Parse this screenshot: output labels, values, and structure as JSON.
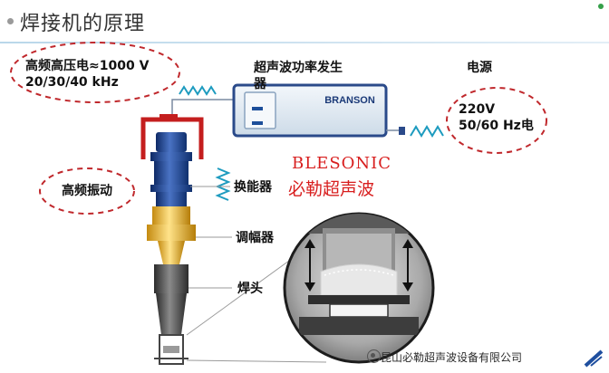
{
  "title": "焊接机的原理",
  "labels": {
    "high_voltage_line1": "高频高压电≈1000 V",
    "high_voltage_line2": "20/30/40 kHz",
    "generator_line1": "超声波功率发生",
    "generator_line2": "器",
    "power_title": "电源",
    "power_line1": "220V",
    "power_line2": "50/60 Hz电",
    "hf_vibration": "高频振动",
    "transducer": "换能器",
    "booster": "调幅器",
    "horn": "焊头"
  },
  "generator_brand": "BRANSON",
  "watermark": {
    "line1": "BLESONIC",
    "line2": "必勒超声波"
  },
  "footer": "昆山必勒超声波设备有限公司",
  "colors": {
    "ellipse_stroke": "#c0282c",
    "wave_stroke": "#1d9bbf",
    "generator_panel": "#dfe9f2",
    "watermark": "#d81e1e"
  }
}
